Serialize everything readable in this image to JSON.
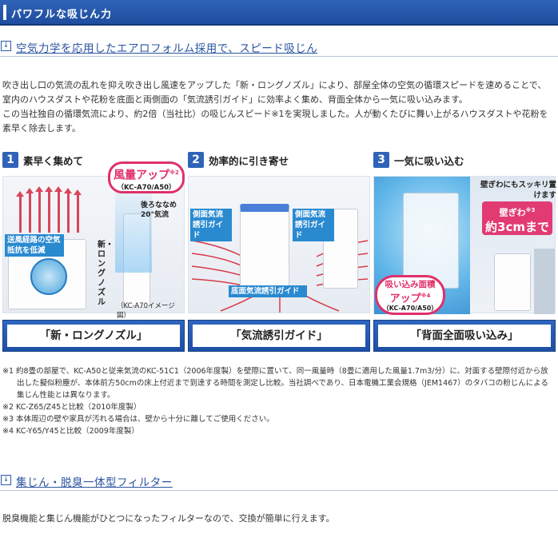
{
  "header": {
    "title": "パワフルな吸じん力"
  },
  "section1": {
    "heading": "空気力学を応用したエアロフォルム採用で、スピード吸じん",
    "para1": "吹き出し口の気流の乱れを抑え吹き出し風速をアップした「新・ロングノズル」により、部屋全体の空気の循環スピードを速めることで、室内のハウスダストや花粉を底面と両側面の「気流誘引ガイド」に効率よく集め、背面全体から一気に吸い込みます。",
    "para2": "この当社独自の循環気流により、約2倍（当社比）の吸じんスピード※1を実現しました。人が動くたびに舞い上がるハウスダストや花粉を素早く除去します。"
  },
  "panels": [
    {
      "num": "1",
      "title": "素早く集めて",
      "badge_main": "風量アップ",
      "badge_sup": "※2",
      "badge_sub": "（KC-A70/A50）",
      "label_rear": "後ろななめ20°気流",
      "label_duct": "送風経路の空気抵抗を低減",
      "label_nozzle": "新・ロングノズル",
      "label_image": "（KC-A70イメージ図）",
      "caption": "「新・ロングノズル」"
    },
    {
      "num": "2",
      "title": "効率的に引き寄せ",
      "label_left": "側面気流誘引ガイド",
      "label_right": "側面気流誘引ガイド",
      "label_bottom": "底面気流誘引ガイド",
      "caption": "「気流誘引ガイド」"
    },
    {
      "num": "3",
      "title": "一気に吸い込む",
      "label_wall": "壁ぎわにもスッキリ置けます",
      "wall_box_l1": "壁ぎわ",
      "wall_box_sup": "※3",
      "wall_box_l2": "約3cmまで",
      "badge_main1": "吸い込み面積",
      "badge_main2": "アップ",
      "badge_sup": "※4",
      "badge_sub": "（KC-A70/A50）",
      "caption": "「背面全面吸い込み」"
    }
  ],
  "notes": [
    "※1 約8畳の部屋で、KC-A50と従来気流のKC-51C1（2006年度製）を壁際に置いて、同一風量時（8畳に適用した風量1.7m3/分）に、対面する壁際付近から放出した擬似粉塵が、本体前方50cmの床上付近まで到達する時間を測定し比較。当社調べであり、日本電機工業会規格（JEM1467）のタバコの粉じんによる集じん性能とは異なります。",
    "※2 KC-Z65/Z45と比較（2010年度製）",
    "※3 本体周辺の壁や家具が汚れる場合は、壁から十分に離してご使用ください。",
    "※4 KC-Y65/Y45と比較（2009年度製）"
  ],
  "section2": {
    "heading": "集じん・脱臭一体型フィルター",
    "para": "脱臭機能と集じん機能がひとつになったフィルターなので、交換が簡単に行えます。"
  },
  "colors": {
    "brand_blue": "#2f63b8",
    "accent_pink": "#e0306a",
    "tag_blue": "#2a8ad0"
  }
}
